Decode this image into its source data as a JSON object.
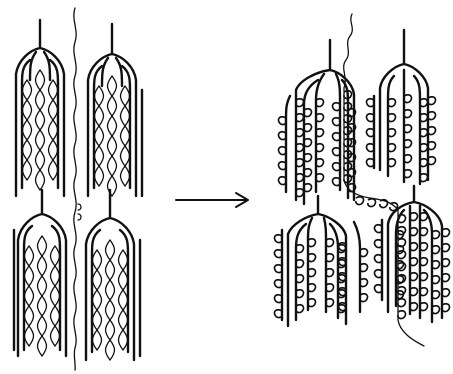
{
  "colors": {
    "ink": "#111111",
    "background": "#ffffff"
  },
  "left_panel": {
    "bundles": [
      {
        "name": "bundle-top-left",
        "strands": 6,
        "helical": 3
      },
      {
        "name": "bundle-top-right",
        "strands": 6,
        "helical": 3
      },
      {
        "name": "bundle-bottom-left",
        "strands": 6,
        "helical": 3
      },
      {
        "name": "bundle-bottom-right",
        "strands": 6,
        "helical": 3
      }
    ]
  },
  "transition_arrow": {
    "direction": "right"
  },
  "right_panel": {
    "bundles": [
      {
        "name": "bundle-top-left",
        "strands": 6
      },
      {
        "name": "bundle-top-right",
        "strands": 5
      },
      {
        "name": "bundle-bottom-left",
        "strands": 7
      },
      {
        "name": "bundle-bottom-right",
        "strands": 6
      }
    ]
  }
}
